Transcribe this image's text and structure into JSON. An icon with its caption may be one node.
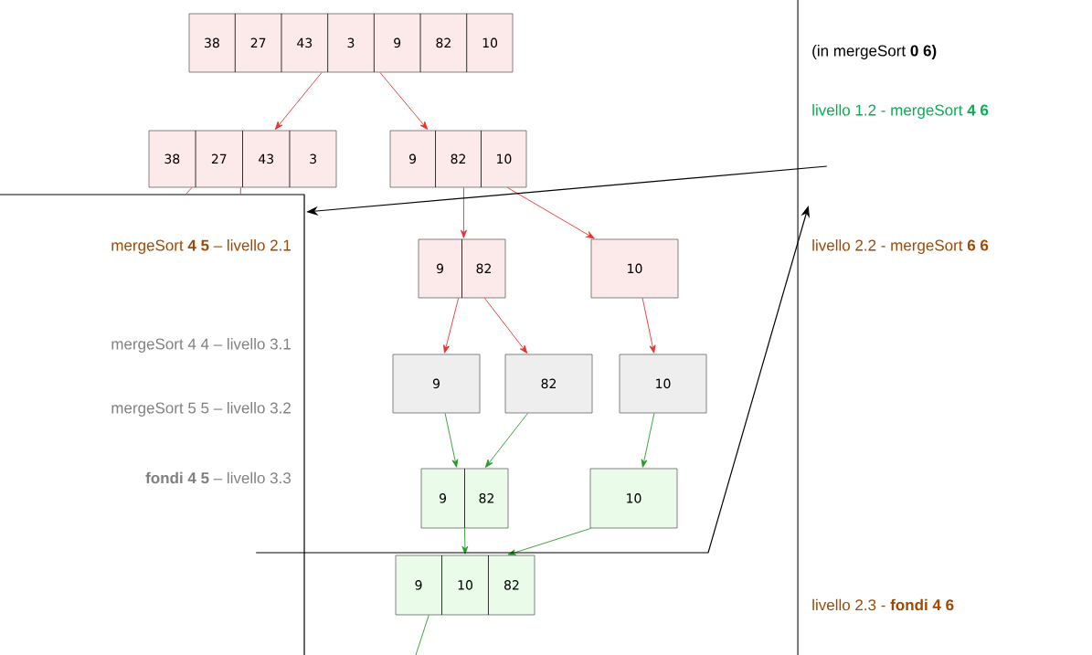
{
  "diagram": {
    "nodes": [
      {
        "text": [
          "38",
          "27",
          "43",
          "3",
          "9",
          "82",
          "10"
        ]
      },
      {
        "text": [
          "38",
          "27",
          "43",
          "3"
        ]
      },
      {
        "text": [
          "9",
          "82",
          "10"
        ]
      },
      {
        "text": [
          "9",
          "82"
        ]
      },
      {
        "text": [
          "10"
        ]
      },
      {
        "text": [
          "9"
        ]
      },
      {
        "text": [
          "82"
        ]
      },
      {
        "text": [
          "10"
        ]
      },
      {
        "text": [
          "9",
          "82"
        ]
      },
      {
        "text": [
          "10"
        ]
      },
      {
        "text": [
          "9",
          "10",
          "82"
        ]
      },
      {
        "text": [
          "mergeSort **4 5** – livello 2.1",
          "mergeSort 4 4 – livello 3.1",
          "mergeSort 5 5 – livello 3.2",
          "**fondi 4 5** – livello 3.3"
        ]
      },
      {
        "text": [
          "(in mergeSort **0 6)**",
          "livello 1.2 - mergeSort **4 6**",
          "livello 2.2 - mergeSort **6 6**",
          "livello 2.3 - **fondi 4 6**"
        ]
      }
    ],
    "edges": [
      {
        "from": 0,
        "to": 1,
        "arrow": "to"
      },
      {
        "from": 0,
        "to": 2,
        "arrow": "to"
      },
      {
        "from": 1,
        "to": 11,
        "arrow": "none"
      },
      {
        "from": 1,
        "to": 11,
        "arrow": "none"
      },
      {
        "from": 2,
        "to": 3,
        "arrow": "to"
      },
      {
        "from": 2,
        "to": 4,
        "arrow": "to"
      },
      {
        "from": 3,
        "to": 5,
        "arrow": "to"
      },
      {
        "from": 3,
        "to": 6,
        "arrow": "to"
      },
      {
        "from": 4,
        "to": 7,
        "arrow": "to"
      },
      {
        "from": 5,
        "to": 8,
        "arrow": "to",
        "color": "#2a9a2a"
      },
      {
        "from": 6,
        "to": 8,
        "arrow": "to",
        "color": "#2a9a2a"
      },
      {
        "from": 7,
        "to": 9,
        "arrow": "to",
        "color": "#2a9a2a"
      },
      {
        "from": 8,
        "to": 10,
        "arrow": "to",
        "color": "#2a9a2a"
      },
      {
        "from": 9,
        "to": 10,
        "arrow": "to",
        "color": "#2a9a2a"
      },
      {
        "from": 10,
        "to": null,
        "arrow": "none",
        "color": "#2a9a2a"
      },
      {
        "from": 12,
        "to": 11,
        "arrow": "to",
        "color": "#000000"
      },
      {
        "from": 11,
        "to": 12,
        "arrow": "to",
        "color": "#000000"
      }
    ]
  }
}
